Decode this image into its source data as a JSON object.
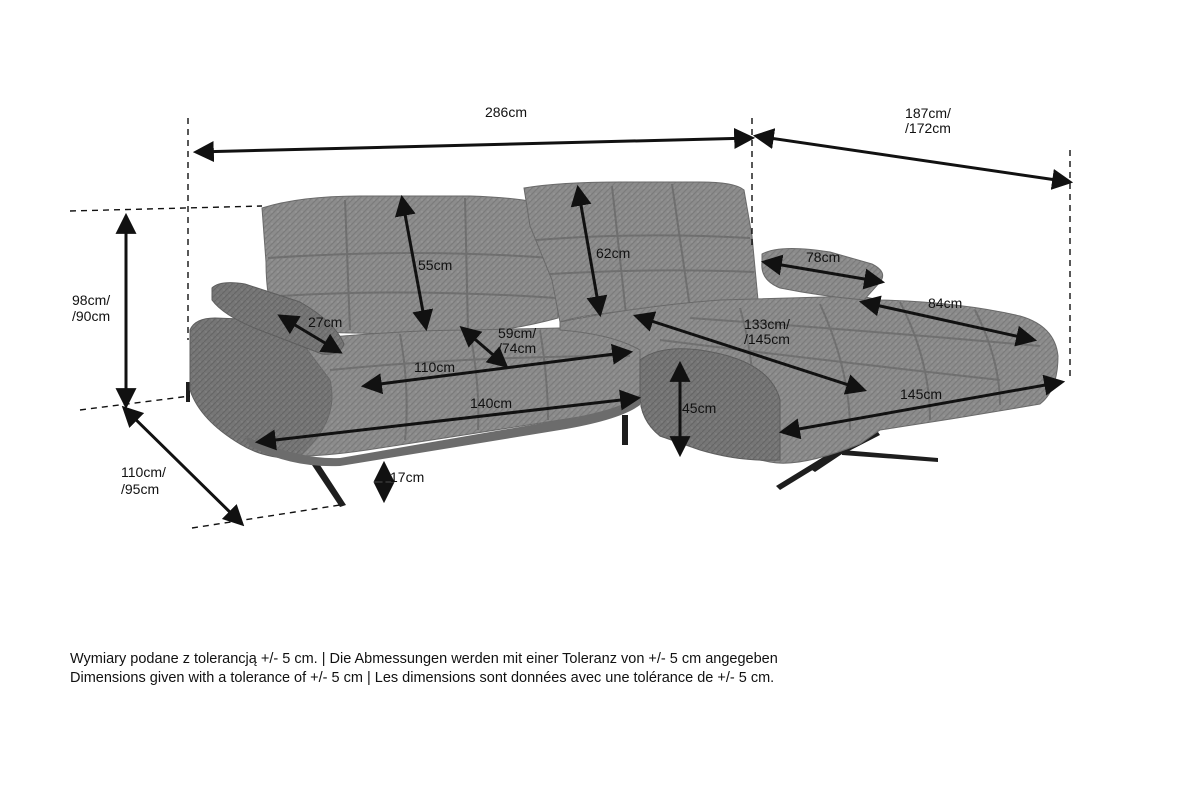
{
  "dimensions": {
    "total_width": "286cm",
    "chaise_depth_line1": "187cm/",
    "chaise_depth_line2": "/172cm",
    "height_line1": "98cm/",
    "height_line2": "/90cm",
    "depth_line1": "110cm/",
    "depth_line2": "/95cm",
    "backrest_left": "55cm",
    "backrest_right": "62cm",
    "armrest_left": "27cm",
    "armrest_right": "78cm",
    "seat_depth_line1": "59cm/",
    "seat_depth_line2": "/74cm",
    "seat_width_inner": "110cm",
    "seat_width_outer": "140cm",
    "chaise_length_line1": "133cm/",
    "chaise_length_line2": "/145cm",
    "chaise_width": "84cm",
    "chaise_length_full": "145cm",
    "seat_height": "45cm",
    "leg_height": "17cm"
  },
  "notes": {
    "line1": "Wymiary podane z tolerancją +/- 5 cm. | Die Abmessungen werden mit einer Toleranz von +/- 5 cm angegeben",
    "line2": "Dimensions given with a tolerance of +/- 5 cm | Les dimensions sont données avec une tolérance de +/- 5 cm."
  },
  "colors": {
    "fabric": "#8a8a8a",
    "fabric_dark": "#6e6e6e",
    "fabric_light": "#a3a3a3",
    "leg": "#1e1e1e",
    "line": "#111111"
  }
}
